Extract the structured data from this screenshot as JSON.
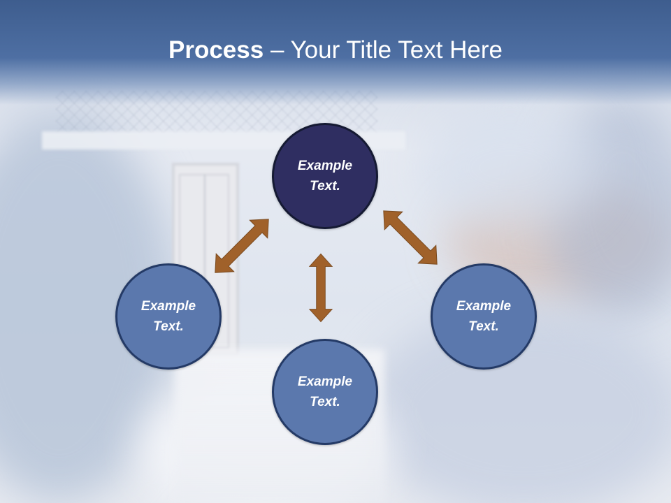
{
  "title": {
    "bold": "Process",
    "rest": " – Your Title Text Here"
  },
  "nodes": [
    {
      "line1": "Example",
      "line2": "Text."
    },
    {
      "line1": "Example",
      "line2": "Text."
    },
    {
      "line1": "Example",
      "line2": "Text."
    },
    {
      "line1": "Example",
      "line2": "Text."
    }
  ],
  "colors": {
    "title_band": "#4e6fa3",
    "center_node": "#2f2e61",
    "outer_node": "#5b78ad",
    "node_border": "#243a66",
    "arrow": "#a0612a"
  },
  "icons": [
    "double-headed-arrow"
  ]
}
